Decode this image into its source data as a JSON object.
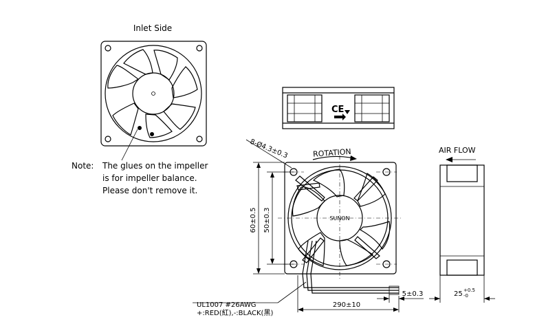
{
  "labels": {
    "inlet_side": "Inlet Side",
    "note_prefix": "Note:",
    "note_line1": "The glues on the impeller",
    "note_line2": "is for impeller balance.",
    "note_line3": "Please don't remove it.",
    "rotation": "ROTATION",
    "air_flow": "AIR FLOW",
    "brand": "SUNON",
    "hole_callout": "8-Ø4.3±0.3",
    "dim_outer": "60±0.5",
    "dim_inner": "50±0.3",
    "dim_wire_len": "290±10",
    "dim_strip": "5±0.3",
    "dim_thick": "25",
    "dim_thick_tol_plus": "+0.5",
    "dim_thick_tol_minus": "-0",
    "wire_spec_line1": "UL1007  #26AWG",
    "wire_spec_line2": "+:RED(紅),-:BLACK(黑)",
    "cert_mark": "CE"
  },
  "colors": {
    "line": "#000000",
    "background": "#ffffff"
  }
}
